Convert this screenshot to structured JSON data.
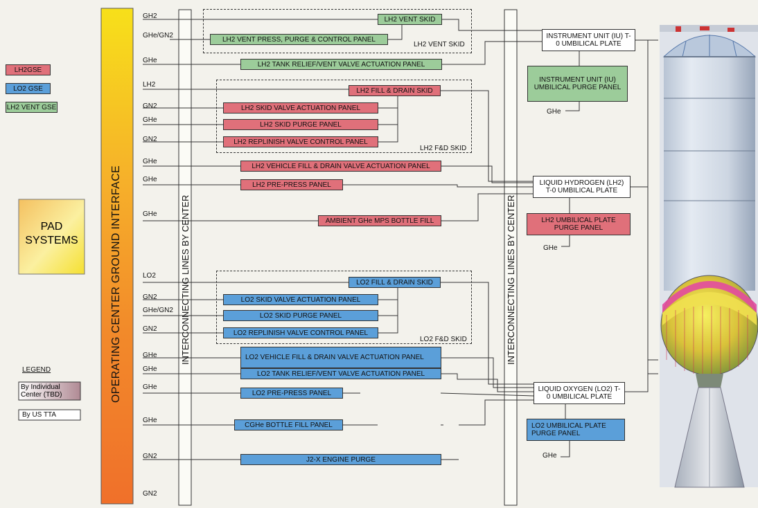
{
  "colors": {
    "lh2": "#e0707a",
    "lo2": "#5b9fd9",
    "vent": "#9ccc9a",
    "line": "#333333"
  },
  "legend": {
    "items": [
      "LH2GSE",
      "LO2 GSE",
      "LH2 VENT GSE"
    ],
    "pad_systems": "PAD\nSYSTEMS",
    "title": "LEGEND",
    "individual": "By Individual Center (TBD)",
    "ustta": "By US TTA"
  },
  "titles": {
    "ocgi": "OPERATING CENTER GROUND INTERFACE",
    "ilbc1": "INTERCONNECTING LINES BY CENTER",
    "ilbc2": "INTERCONNECTING LINES BY CENTER"
  },
  "gas_labels": [
    "GH2",
    "GHe/GN2",
    "GHe",
    "LH2",
    "GN2",
    "GHe",
    "GN2",
    "GHe",
    "GHe",
    "GHe",
    "LO2",
    "GN2",
    "GHe/GN2",
    "GN2",
    "GHe",
    "GHe",
    "GHe",
    "GHe",
    "GN2",
    "GN2"
  ],
  "panels": {
    "lh2_vent_skid": "LH2 VENT SKID",
    "lh2_vent_press": "LH2 VENT PRESS, PURGE & CONTROL PANEL",
    "lh2_vent_skid_group": "LH2 VENT SKID",
    "lh2_tank_relief": "LH2 TANK RELIEF/VENT VALVE ACTUATION PANEL",
    "lh2_fill_drain_skid": "LH2 FILL & DRAIN SKID",
    "lh2_skid_valve": "LH2 SKID VALVE ACTUATION PANEL",
    "lh2_skid_purge": "LH2 SKID PURGE PANEL",
    "lh2_replinish": "LH2 REPLINISH VALVE CONTROL PANEL",
    "lh2_fd_group": "LH2 F&D SKID",
    "lh2_vehicle_fill": "LH2 VEHICLE FILL & DRAIN VALVE ACTUATION PANEL",
    "lh2_prepress": "LH2 PRE-PRESS PANEL",
    "ambient_ghe": "AMBIENT GHe MPS BOTTLE FILL",
    "lo2_fill_drain_skid": "LO2 FILL & DRAIN SKID",
    "lo2_skid_valve": "LO2 SKID VALVE ACTUATION PANEL",
    "lo2_skid_purge": "LO2 SKID PURGE PANEL",
    "lo2_replinish": "LO2 REPLINISH VALVE CONTROL PANEL",
    "lo2_fd_group": "LO2 F&D SKID",
    "lo2_vehicle_fill": "LO2 VEHICLE FILL & DRAIN VALVE ACTUATION PANEL",
    "lo2_tank_relief": "LO2 TANK RELIEF/VENT VALVE ACTUATION PANEL",
    "lo2_prepress": "LO2 PRE-PRESS PANEL",
    "cghe_bottle": "CGHe BOTTLE FILL PANEL",
    "j2x_purge": "J2-X ENGINE PURGE"
  },
  "umbilicals": {
    "iu_plate": "INSTRUMENT UNIT (IU) T-0 UMBILICAL PLATE",
    "iu_purge": "INSTRUMENT UNIT (IU) UMBILICAL PURGE PANEL",
    "iu_ghe": "GHe",
    "lh2_plate": "LIQUID HYDROGEN (LH2) T-0 UMBILICAL PLATE",
    "lh2_purge": "LH2 UMBILICAL PLATE PURGE PANEL",
    "lh2_ghe": "GHe",
    "lo2_plate": "LIQUID OXYGEN (LO2) T-0 UMBILICAL PLATE",
    "lo2_purge": "LO2 UMBILICAL PLATE PURGE PANEL",
    "lo2_ghe": "GHe"
  }
}
